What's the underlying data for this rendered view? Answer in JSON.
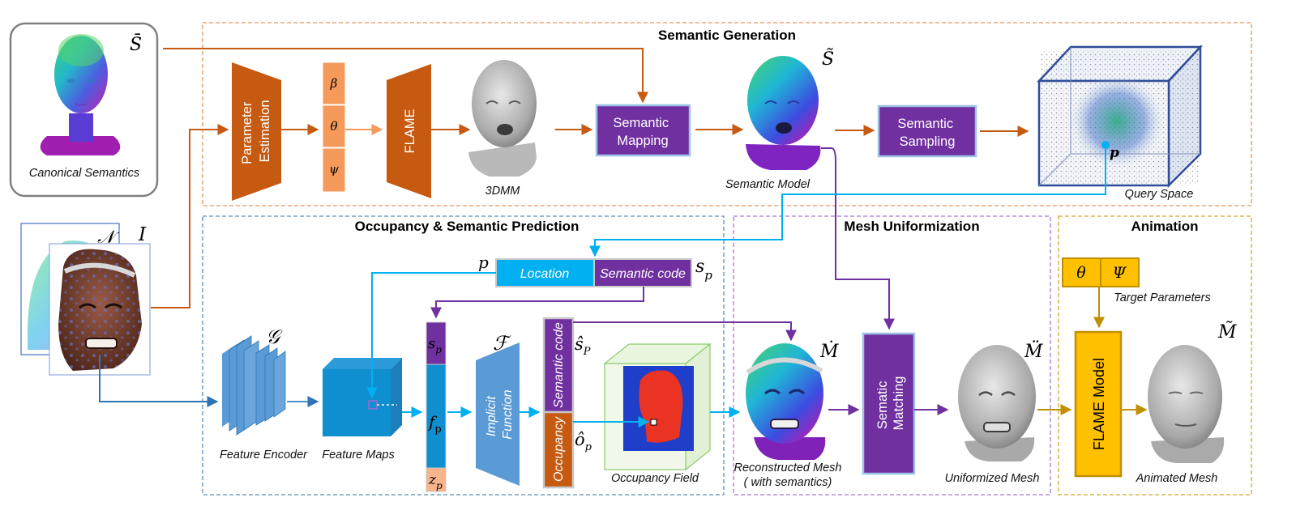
{
  "sections": {
    "semantic_generation": "Semantic Generation",
    "occupancy_prediction": "Occupancy & Semantic Prediction",
    "mesh_uniformization": "Mesh Uniformization",
    "animation": "Animation"
  },
  "blocks": {
    "parameter_estimation": "Parameter Estimation",
    "flame": "FLAME",
    "semantic_mapping": "Semantic Mapping",
    "semantic_sampling": "Semantic Sampling",
    "location": "Location",
    "semantic_code": "Semantic code",
    "implicit_function": "Implicit Function",
    "occupancy": "Occupancy",
    "semantic_matching": "Sematic Matching",
    "flame_model": "FLAME Model"
  },
  "captions": {
    "canonical_semantics": "Canonical Semantics",
    "three_dmm": "3DMM",
    "semantic_model": "Semantic Model",
    "query_space": "Query Space",
    "feature_encoder": "Feature Encoder",
    "feature_maps": "Feature Maps",
    "occupancy_field": "Occupancy Field",
    "reconstructed_mesh": "Reconstructed Mesh",
    "with_semantics": "( with semantics)",
    "uniformized_mesh": "Uniformized Mesh",
    "animated_mesh": "Animated Mesh",
    "target_parameters": "Target Parameters"
  },
  "symbols": {
    "s_bar": "S̄",
    "s_tilde": "S̃",
    "beta": "β",
    "theta": "θ",
    "psi": "ψ",
    "normal_map": "𝒩",
    "image": "I",
    "point": "p",
    "query_point": "p",
    "s_p": "s",
    "s_p_sub": "p",
    "encoder": "𝒢",
    "implicit": "ℱ",
    "feat_s": "s",
    "feat_f": "f",
    "feat_z": "z",
    "sub_p": "p",
    "s_hat": "ŝ",
    "s_hat_sub": "P",
    "o_hat": "ô",
    "o_hat_sub": "p",
    "m_dot": "Ṁ",
    "m_ddot": "M̈",
    "m_tilde": "M̃",
    "target_theta": "θ",
    "target_psi": "Ψ"
  },
  "colors": {
    "orange": "#c65a11",
    "light_orange": "#f59a5b",
    "purple": "#7030a0",
    "cyan": "#00b0f0",
    "blue": "#2e75b6",
    "mid_blue": "#4a8fcf",
    "gold": "#ffc000",
    "gold_dark": "#bf9000"
  }
}
